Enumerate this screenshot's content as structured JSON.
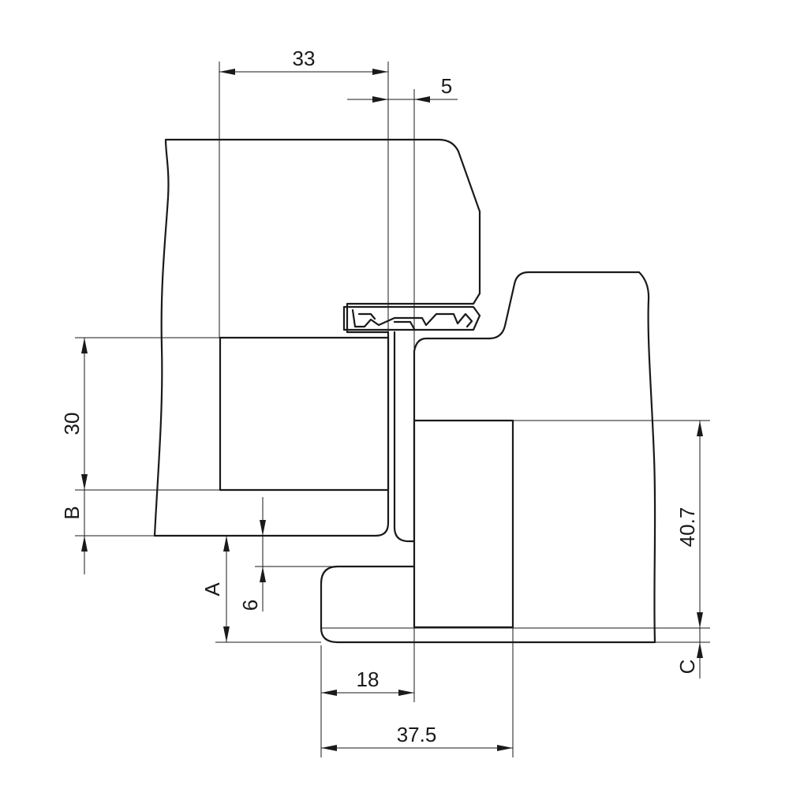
{
  "diagram": {
    "dimensions": {
      "d33": "33",
      "d5": "5",
      "d30": "30",
      "dB": "B",
      "dA": "A",
      "d6": "6",
      "d40_7": "40.7",
      "dC": "C",
      "d18": "18",
      "d37_5": "37.5"
    }
  }
}
